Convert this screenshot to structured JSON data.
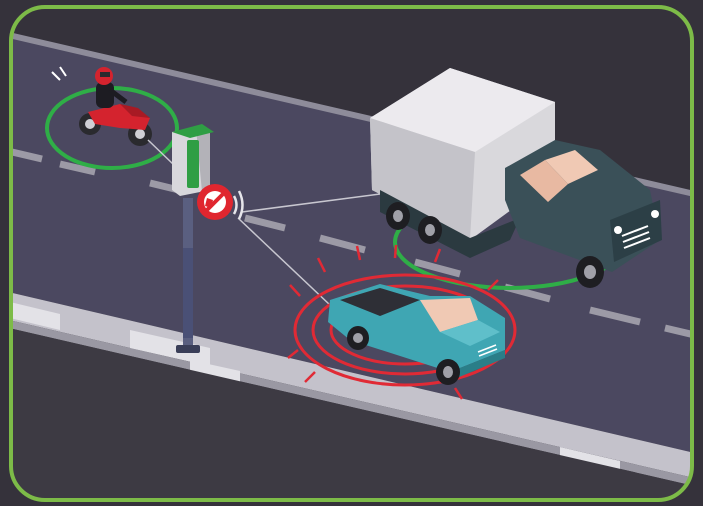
{
  "scene": {
    "colors": {
      "frame": "#7dbb48",
      "background": "#35323b",
      "road": "#4b4860",
      "lane_marking": "#9c9aa6",
      "curb": "#c4c2cb",
      "connected_ring": "#2fae47",
      "alert_ring": "#e02a35",
      "traffic_light_green": "#2f9e44",
      "warning_sign": "#e0262f",
      "truck_box": "#d9d8dc",
      "truck_cab": "#3a5058",
      "pickup": "#3fa6b3",
      "motorcycle": "#d4232e"
    },
    "icons": [
      "traffic-light-icon",
      "no-entry-sign-icon",
      "wireless-signal-icon"
    ],
    "vehicles": [
      "motorcycle",
      "box-truck",
      "pickup-truck"
    ]
  }
}
